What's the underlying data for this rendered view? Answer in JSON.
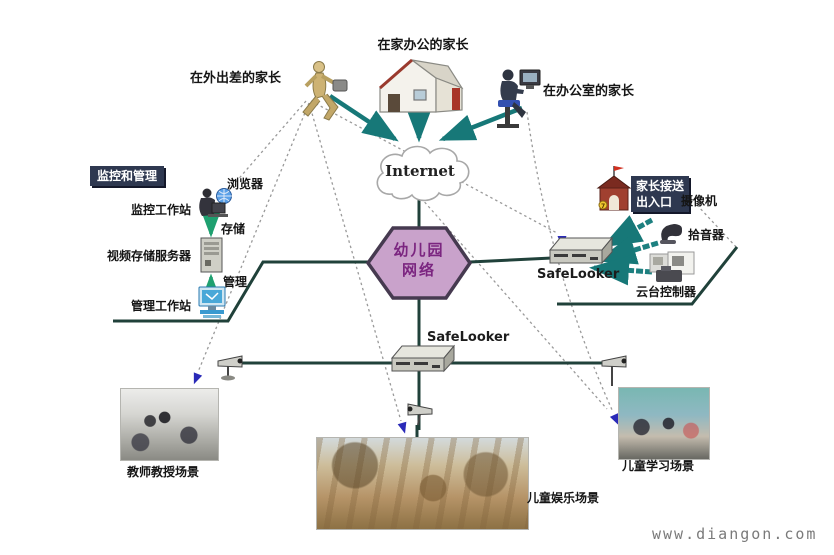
{
  "top": {
    "parent_home": "在家办公的家长",
    "parent_travel": "在外出差的家长",
    "parent_office": "在办公室的家长",
    "internet": "Internet"
  },
  "center": {
    "network_line1": "幼儿园",
    "network_line2": "网络"
  },
  "left_panel": {
    "header": "监控和管理",
    "browser": "浏览器",
    "monitor_workstation": "监控工作站",
    "storage": "存储",
    "video_server": "视频存储服务器",
    "manage": "管理",
    "manage_workstation": "管理工作站"
  },
  "right_panel": {
    "header_line1": "家长接送",
    "header_line2": "出入口",
    "camera": "摄像机",
    "mic": "拾音器",
    "ptz_controller": "云台控制器",
    "safelooker": "SafeLooker"
  },
  "bottom": {
    "safelooker": "SafeLooker",
    "scene_teach": "教师教授场景",
    "scene_play": "儿童娱乐场景",
    "scene_learn": "儿童学习场景"
  },
  "watermark": "www.diangon.com",
  "colors": {
    "hexagon_fill": "#c9a2cb",
    "hexagon_text": "#7b2580",
    "header_bg": "#2e3850",
    "trunk_line": "#20413a",
    "teal_arrow": "#177878",
    "green_arrow": "#1fa070",
    "blue_arrow": "#2a2ab8",
    "dashed_line": "#9a9a9a"
  }
}
